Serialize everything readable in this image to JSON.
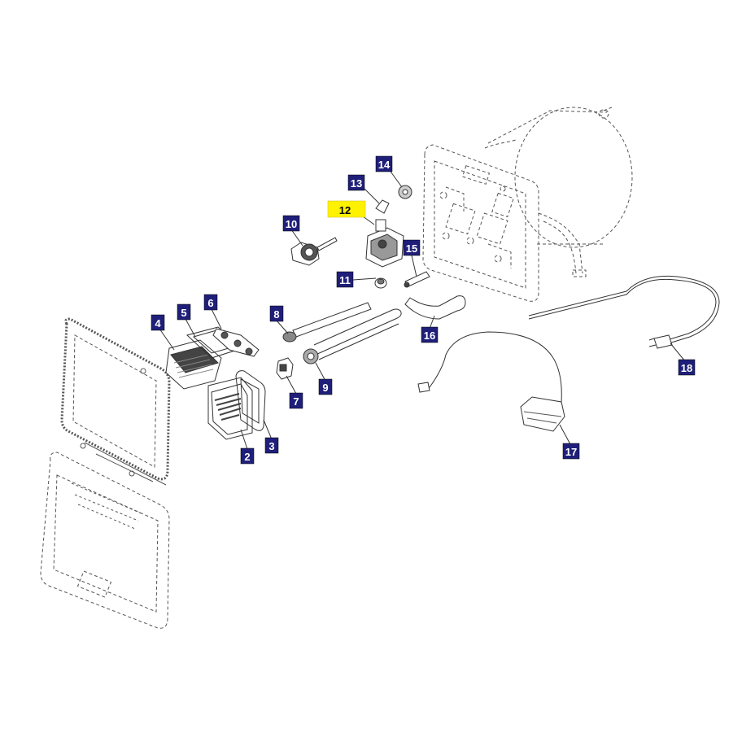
{
  "colors": {
    "callout_fill": "#1f1f7a",
    "callout_text": "#ffffff",
    "highlight_fill": "#fff200",
    "highlight_text": "#000000",
    "line": "#3a3a3a"
  },
  "callouts": [
    {
      "id": "c1",
      "label": "2",
      "highlighted": false
    },
    {
      "id": "c2",
      "label": "3",
      "highlighted": false
    },
    {
      "id": "c3",
      "label": "4",
      "highlighted": false
    },
    {
      "id": "c4",
      "label": "5",
      "highlighted": false
    },
    {
      "id": "c5",
      "label": "6",
      "highlighted": false
    },
    {
      "id": "c6",
      "label": "7",
      "highlighted": false
    },
    {
      "id": "c7",
      "label": "8",
      "highlighted": false
    },
    {
      "id": "c8",
      "label": "9",
      "highlighted": false
    },
    {
      "id": "c9",
      "label": "10",
      "highlighted": false
    },
    {
      "id": "c10",
      "label": "11",
      "highlighted": false
    },
    {
      "id": "c11",
      "label": "12",
      "highlighted": true
    },
    {
      "id": "c12",
      "label": "13",
      "highlighted": false
    },
    {
      "id": "c13",
      "label": "14",
      "highlighted": false
    },
    {
      "id": "c14",
      "label": "15",
      "highlighted": false
    },
    {
      "id": "c15",
      "label": "16",
      "highlighted": false
    },
    {
      "id": "c16",
      "label": "17",
      "highlighted": false
    },
    {
      "id": "c17",
      "label": "18",
      "highlighted": false
    }
  ]
}
